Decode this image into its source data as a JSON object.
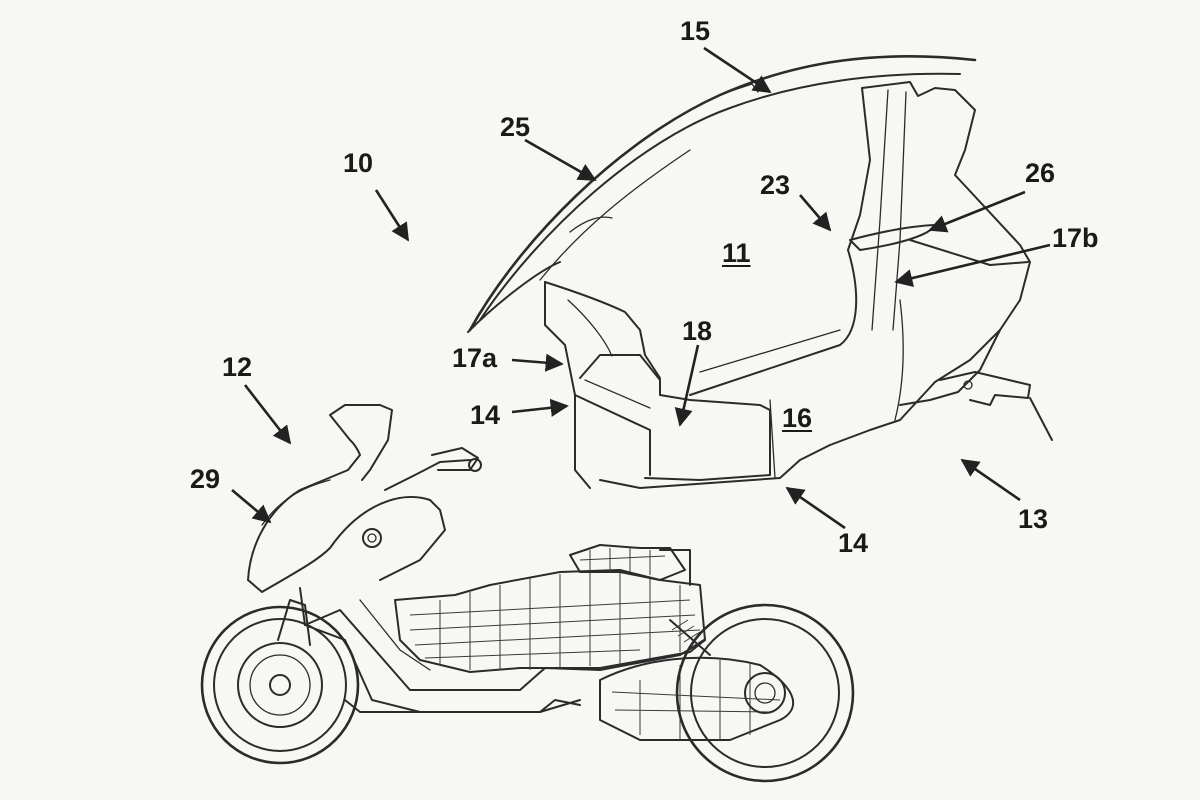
{
  "figure": {
    "labels": {
      "l10": "10",
      "l11": "11",
      "l12": "12",
      "l13": "13",
      "l14a": "14",
      "l14b": "14",
      "l15": "15",
      "l16": "16",
      "l17a": "17a",
      "l17b": "17b",
      "l18": "18",
      "l23": "23",
      "l25": "25",
      "l26": "26",
      "l29": "29"
    }
  }
}
